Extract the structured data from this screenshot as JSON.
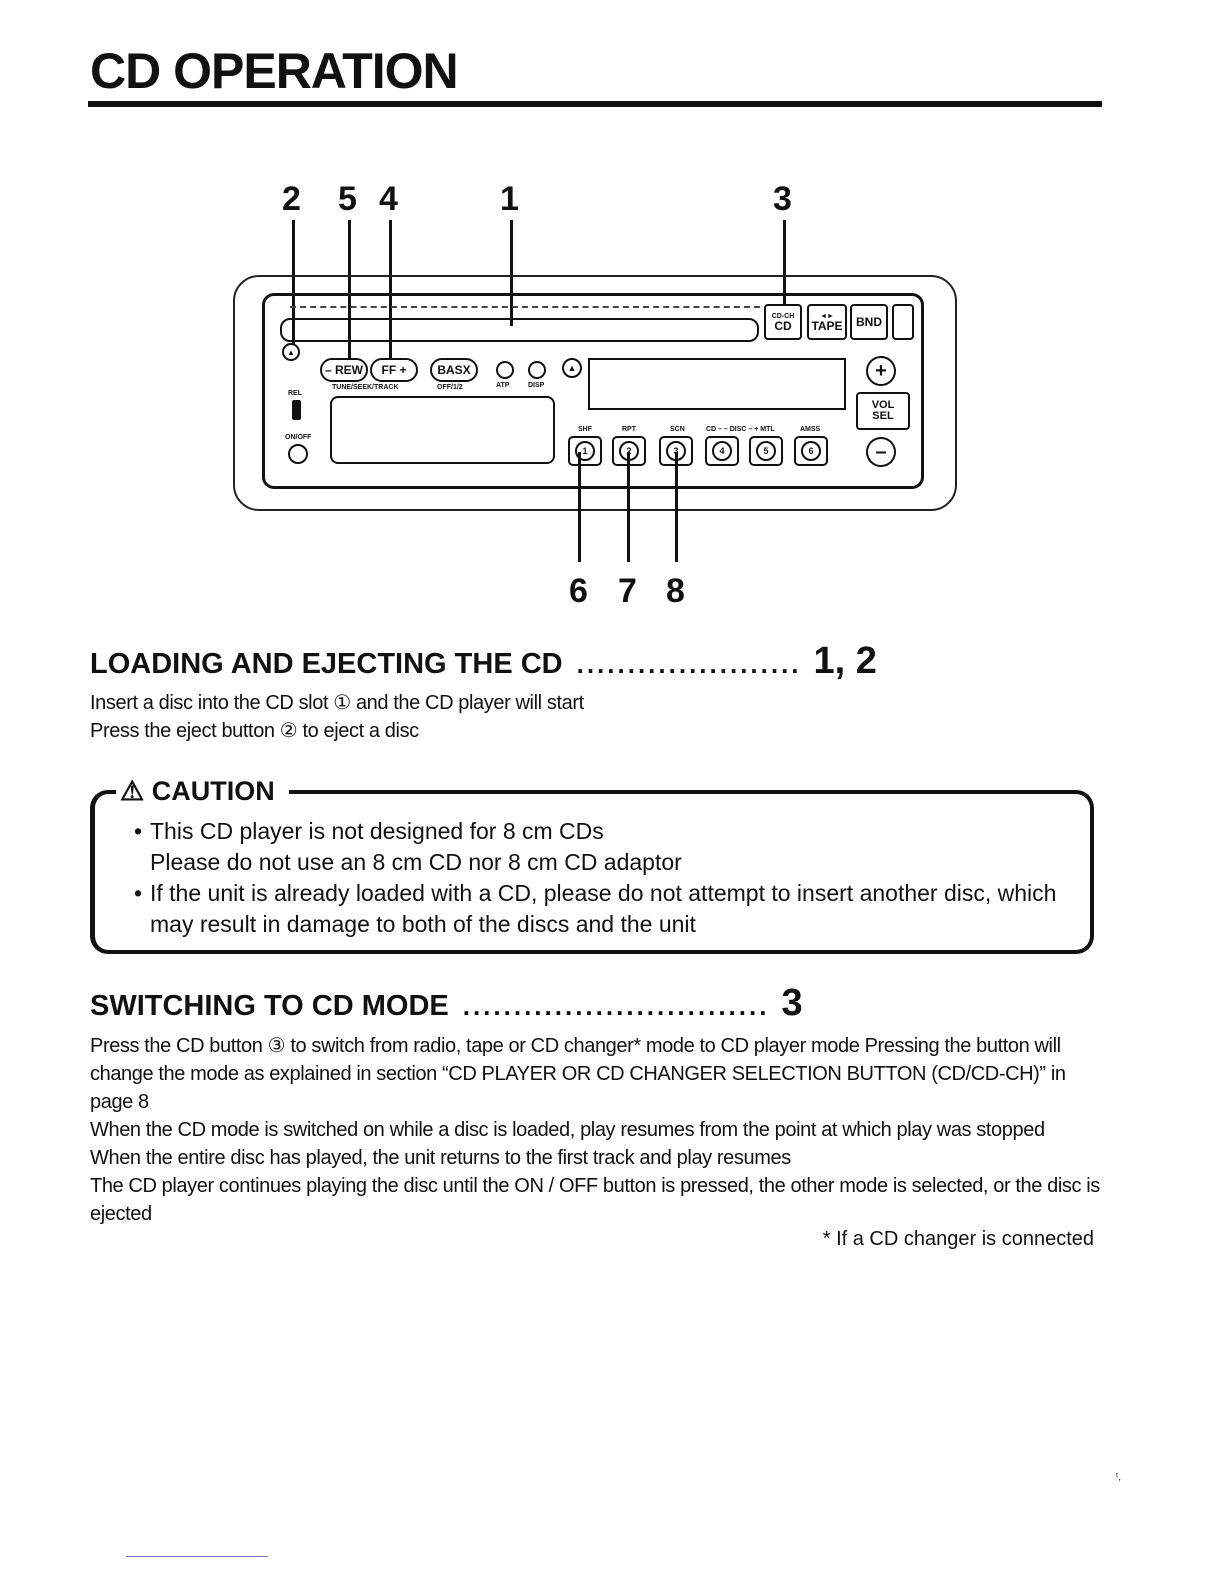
{
  "page": {
    "title": "CD OPERATION",
    "corner_mark": "ᵗ,"
  },
  "diagram": {
    "callouts_top": [
      "2",
      "5",
      "4",
      "1",
      "3"
    ],
    "callouts_bottom": [
      "6",
      "7",
      "8"
    ],
    "buttons": {
      "rew": "– REW",
      "ff": "FF +",
      "basx": "BASX",
      "cd_ch_caption": "CD-CH",
      "cd": "CD",
      "tape_arrows": "◄►",
      "tape": "TAPE",
      "bnd": "BND",
      "vol_plus": "+",
      "vol_sel": "VOL SEL",
      "vol_minus": "–",
      "eject": "▲"
    },
    "small_labels": {
      "tune_seek_track": "TUNE/SEEK/TRACK",
      "off_1_2": "OFF/1/2",
      "atp": "ATP",
      "disp": "DISP",
      "rel": "REL",
      "on_off": "ON/OFF",
      "shf": "SHF",
      "rpt": "RPT",
      "scn": "SCN",
      "disc": "CD – – DISC – + MTL",
      "amss": "AMSS"
    },
    "presets": [
      "1",
      "2",
      "3",
      "4",
      "5",
      "6"
    ]
  },
  "loading": {
    "heading": "LOADING AND EJECTING THE CD",
    "dots": "......................",
    "ref": "1, 2",
    "lines": [
      "Insert a disc into the CD slot ① and the CD player will start",
      "Press the eject button ② to eject a disc"
    ]
  },
  "caution": {
    "label": "⚠ CAUTION",
    "items": [
      "This CD player is not designed for 8 cm CDs\nPlease do not use an 8 cm CD nor 8 cm CD adaptor",
      "If the unit is already loaded with a CD, please do not attempt to insert another disc, which may result in damage to both of the discs and the unit"
    ]
  },
  "switching": {
    "heading": "SWITCHING TO CD MODE",
    "dots": "..............................",
    "ref": "3",
    "paragraphs": [
      "Press the CD button ③ to switch from radio, tape or CD changer* mode to CD player mode  Pressing the button will change the mode as explained in section “CD PLAYER OR CD CHANGER SELECTION BUTTON (CD/CD-CH)” in page 8",
      "When the CD mode is switched on while a disc is loaded, play resumes from the point at which play was stopped",
      "When the entire disc has played, the unit returns to the first track and play resumes",
      "The CD player continues playing the disc until the ON / OFF button is pressed, the other mode is selected, or the disc is ejected"
    ],
    "footnote": "* If a CD changer is connected"
  }
}
